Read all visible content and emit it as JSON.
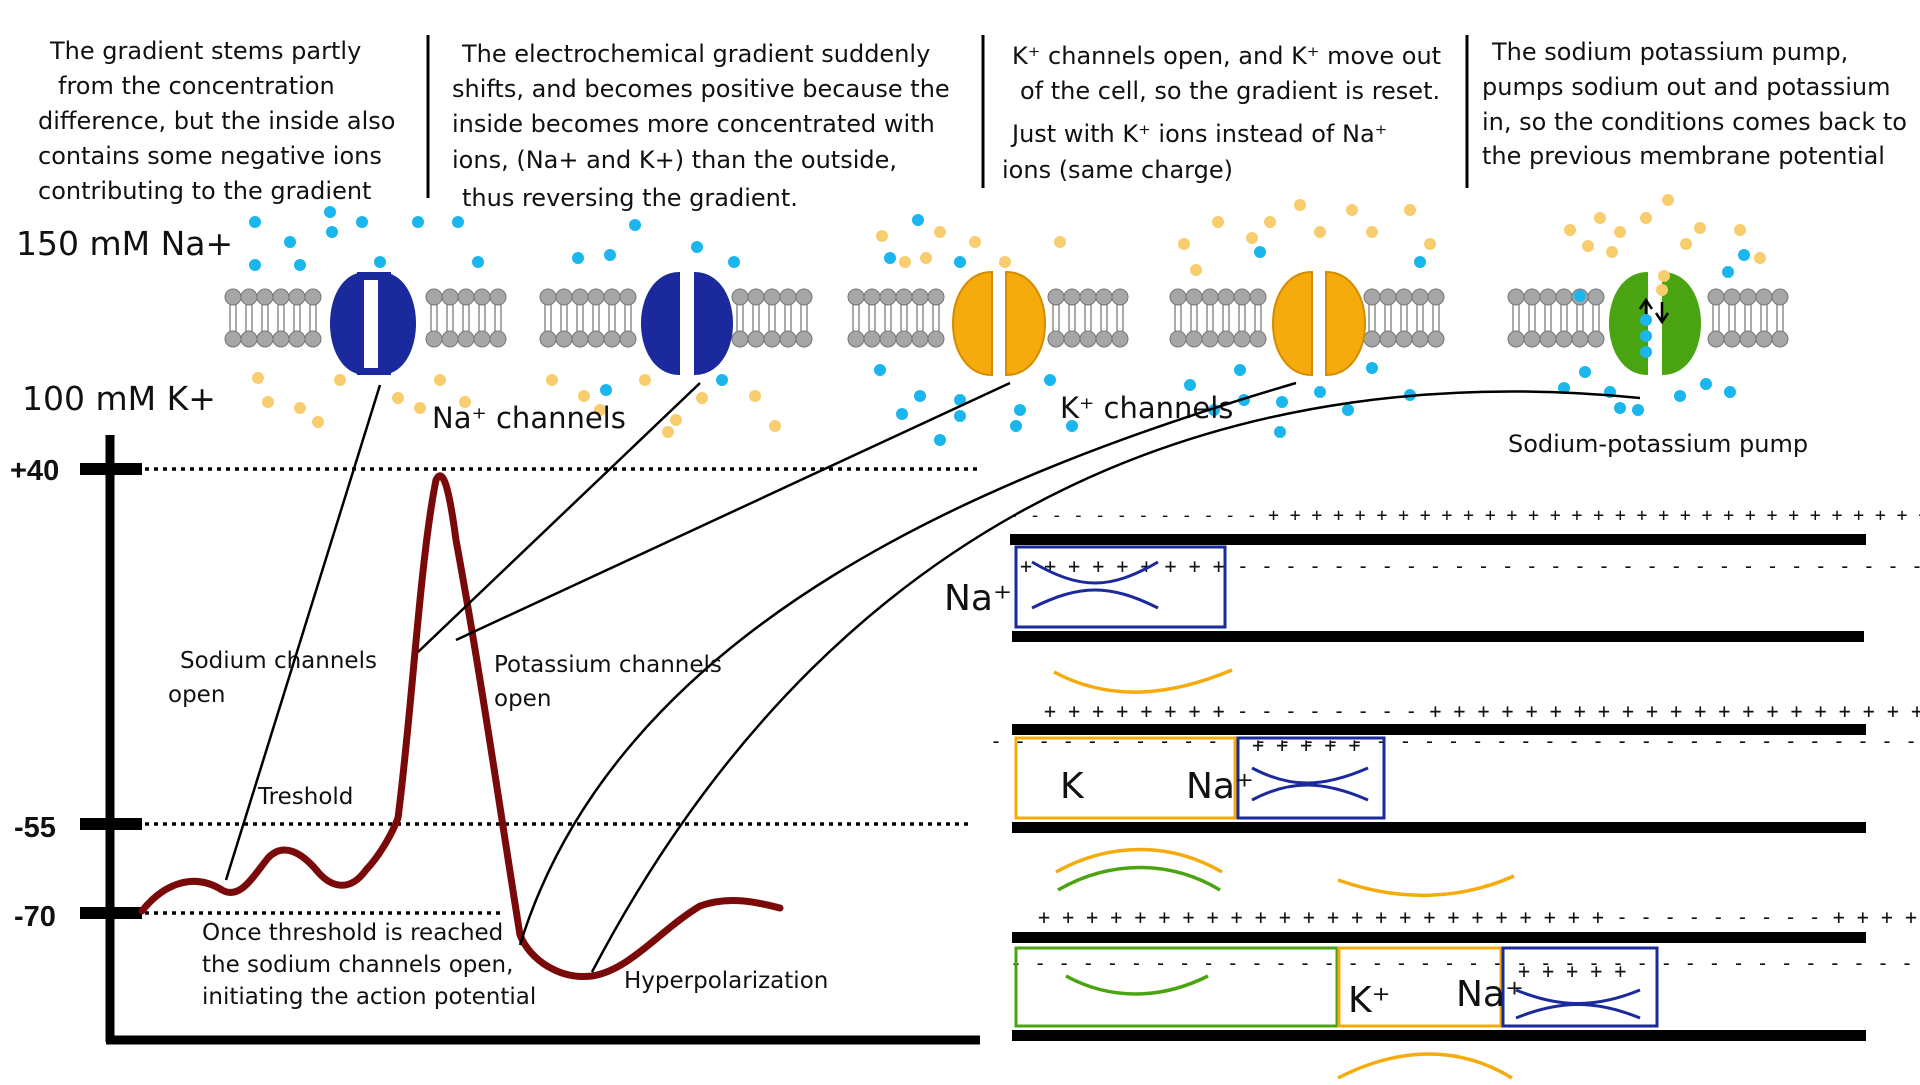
{
  "captions": [
    [
      "The gradient stems partly",
      "from the concentration",
      "difference, but the inside also",
      "contains some negative ions",
      "contributing to the gradient"
    ],
    [
      "The electrochemical gradient suddenly",
      "shifts, and becomes positive because the",
      "inside becomes more concentrated with",
      "ions, (Na+ and K+) than the outside,",
      "thus reversing the gradient."
    ],
    [
      "K⁺ channels open, and K⁺ move out",
      "of the cell, so the gradient is reset.",
      "Just with K⁺ ions instead of Na⁺",
      "ions (same charge)"
    ],
    [
      "The sodium potassium pump,",
      "pumps sodium out and potassium",
      "in, so the conditions comes back to",
      "the previous membrane potential"
    ]
  ],
  "concentrations": {
    "na": "150 mM Na+",
    "k": "100 mM K+"
  },
  "membrane_labels": {
    "na_channels": "Na⁺ channels",
    "k_channels": "K⁺ channels",
    "pump": "Sodium-potassium pump"
  },
  "axis_ticks": [
    "+40",
    "-55",
    "-70"
  ],
  "graph_labels": {
    "sodium_open": [
      "Sodium channels",
      "open"
    ],
    "potassium_open": [
      "Potassium channels",
      "open"
    ],
    "threshold": "Treshold",
    "once_threshold": [
      "Once threshold is reached",
      "the sodium channels open,",
      "initiating the action potential"
    ],
    "hyperpolarization": "Hyperpolarization"
  },
  "axon_labels": {
    "na1": "Na⁺",
    "k2": "K",
    "na2": "Na⁺",
    "k3": "K⁺",
    "na3": "Na⁺"
  },
  "colors": {
    "na_channel": "#1a2a9c",
    "k_channel": "#f5ab0c",
    "pump": "#4aa412",
    "na_ion": "#1bb6ee",
    "k_ion": "#f8cd6d",
    "curve": "#7a0a0a",
    "lipid_head": "#a6a6a6"
  }
}
